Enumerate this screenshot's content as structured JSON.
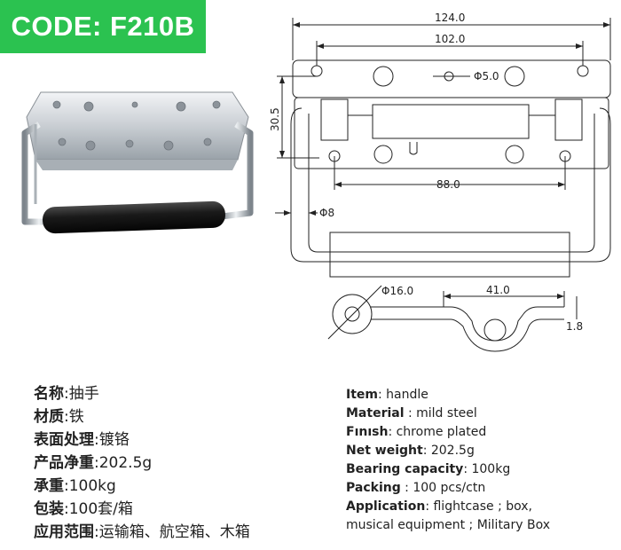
{
  "code": "CODE: F210B",
  "dims": {
    "overall_width": "124.0",
    "hole_spacing": "102.0",
    "small_hole": "Φ5.0",
    "height": "30.5",
    "lower_spacing": "88.0",
    "rod_diameter": "Φ8",
    "pivot_diameter": "Φ16.0",
    "side_length": "41.0",
    "thickness": "1.8"
  },
  "specs_cn": [
    {
      "label": "名称",
      "sep": ":",
      "value": "抽手"
    },
    {
      "label": "材质",
      "sep": ":",
      "value": "铁"
    },
    {
      "label": "表面处理",
      "sep": ":",
      "value": "镀铬"
    },
    {
      "label": "产品净重",
      "sep": ":",
      "value": "202.5g"
    },
    {
      "label": "承重",
      "sep": ":",
      "value": "100kg"
    },
    {
      "label": "包装",
      "sep": ":",
      "value": "100套/箱"
    },
    {
      "label": "应用范围",
      "sep": ":",
      "value": "运输箱、航空箱、木箱"
    }
  ],
  "specs_en": [
    {
      "label": "Item",
      "sep": ": ",
      "value": "handle"
    },
    {
      "label": "Material",
      "sep": " : ",
      "value": "mild steel"
    },
    {
      "label": "Fınısh",
      "sep": ": ",
      "value": "chrome plated"
    },
    {
      "label": "Net weight",
      "sep": ":  ",
      "value": "202.5g"
    },
    {
      "label": "Bearing capacity",
      "sep": ": ",
      "value": "100kg"
    },
    {
      "label": "Packing",
      "sep": " : ",
      "value": "100 pcs/ctn"
    },
    {
      "label": "Application",
      "sep": ": ",
      "value": "flightcase ; box,"
    },
    {
      "label": "",
      "sep": "",
      "value": "musical equipment ; Military Box"
    }
  ]
}
